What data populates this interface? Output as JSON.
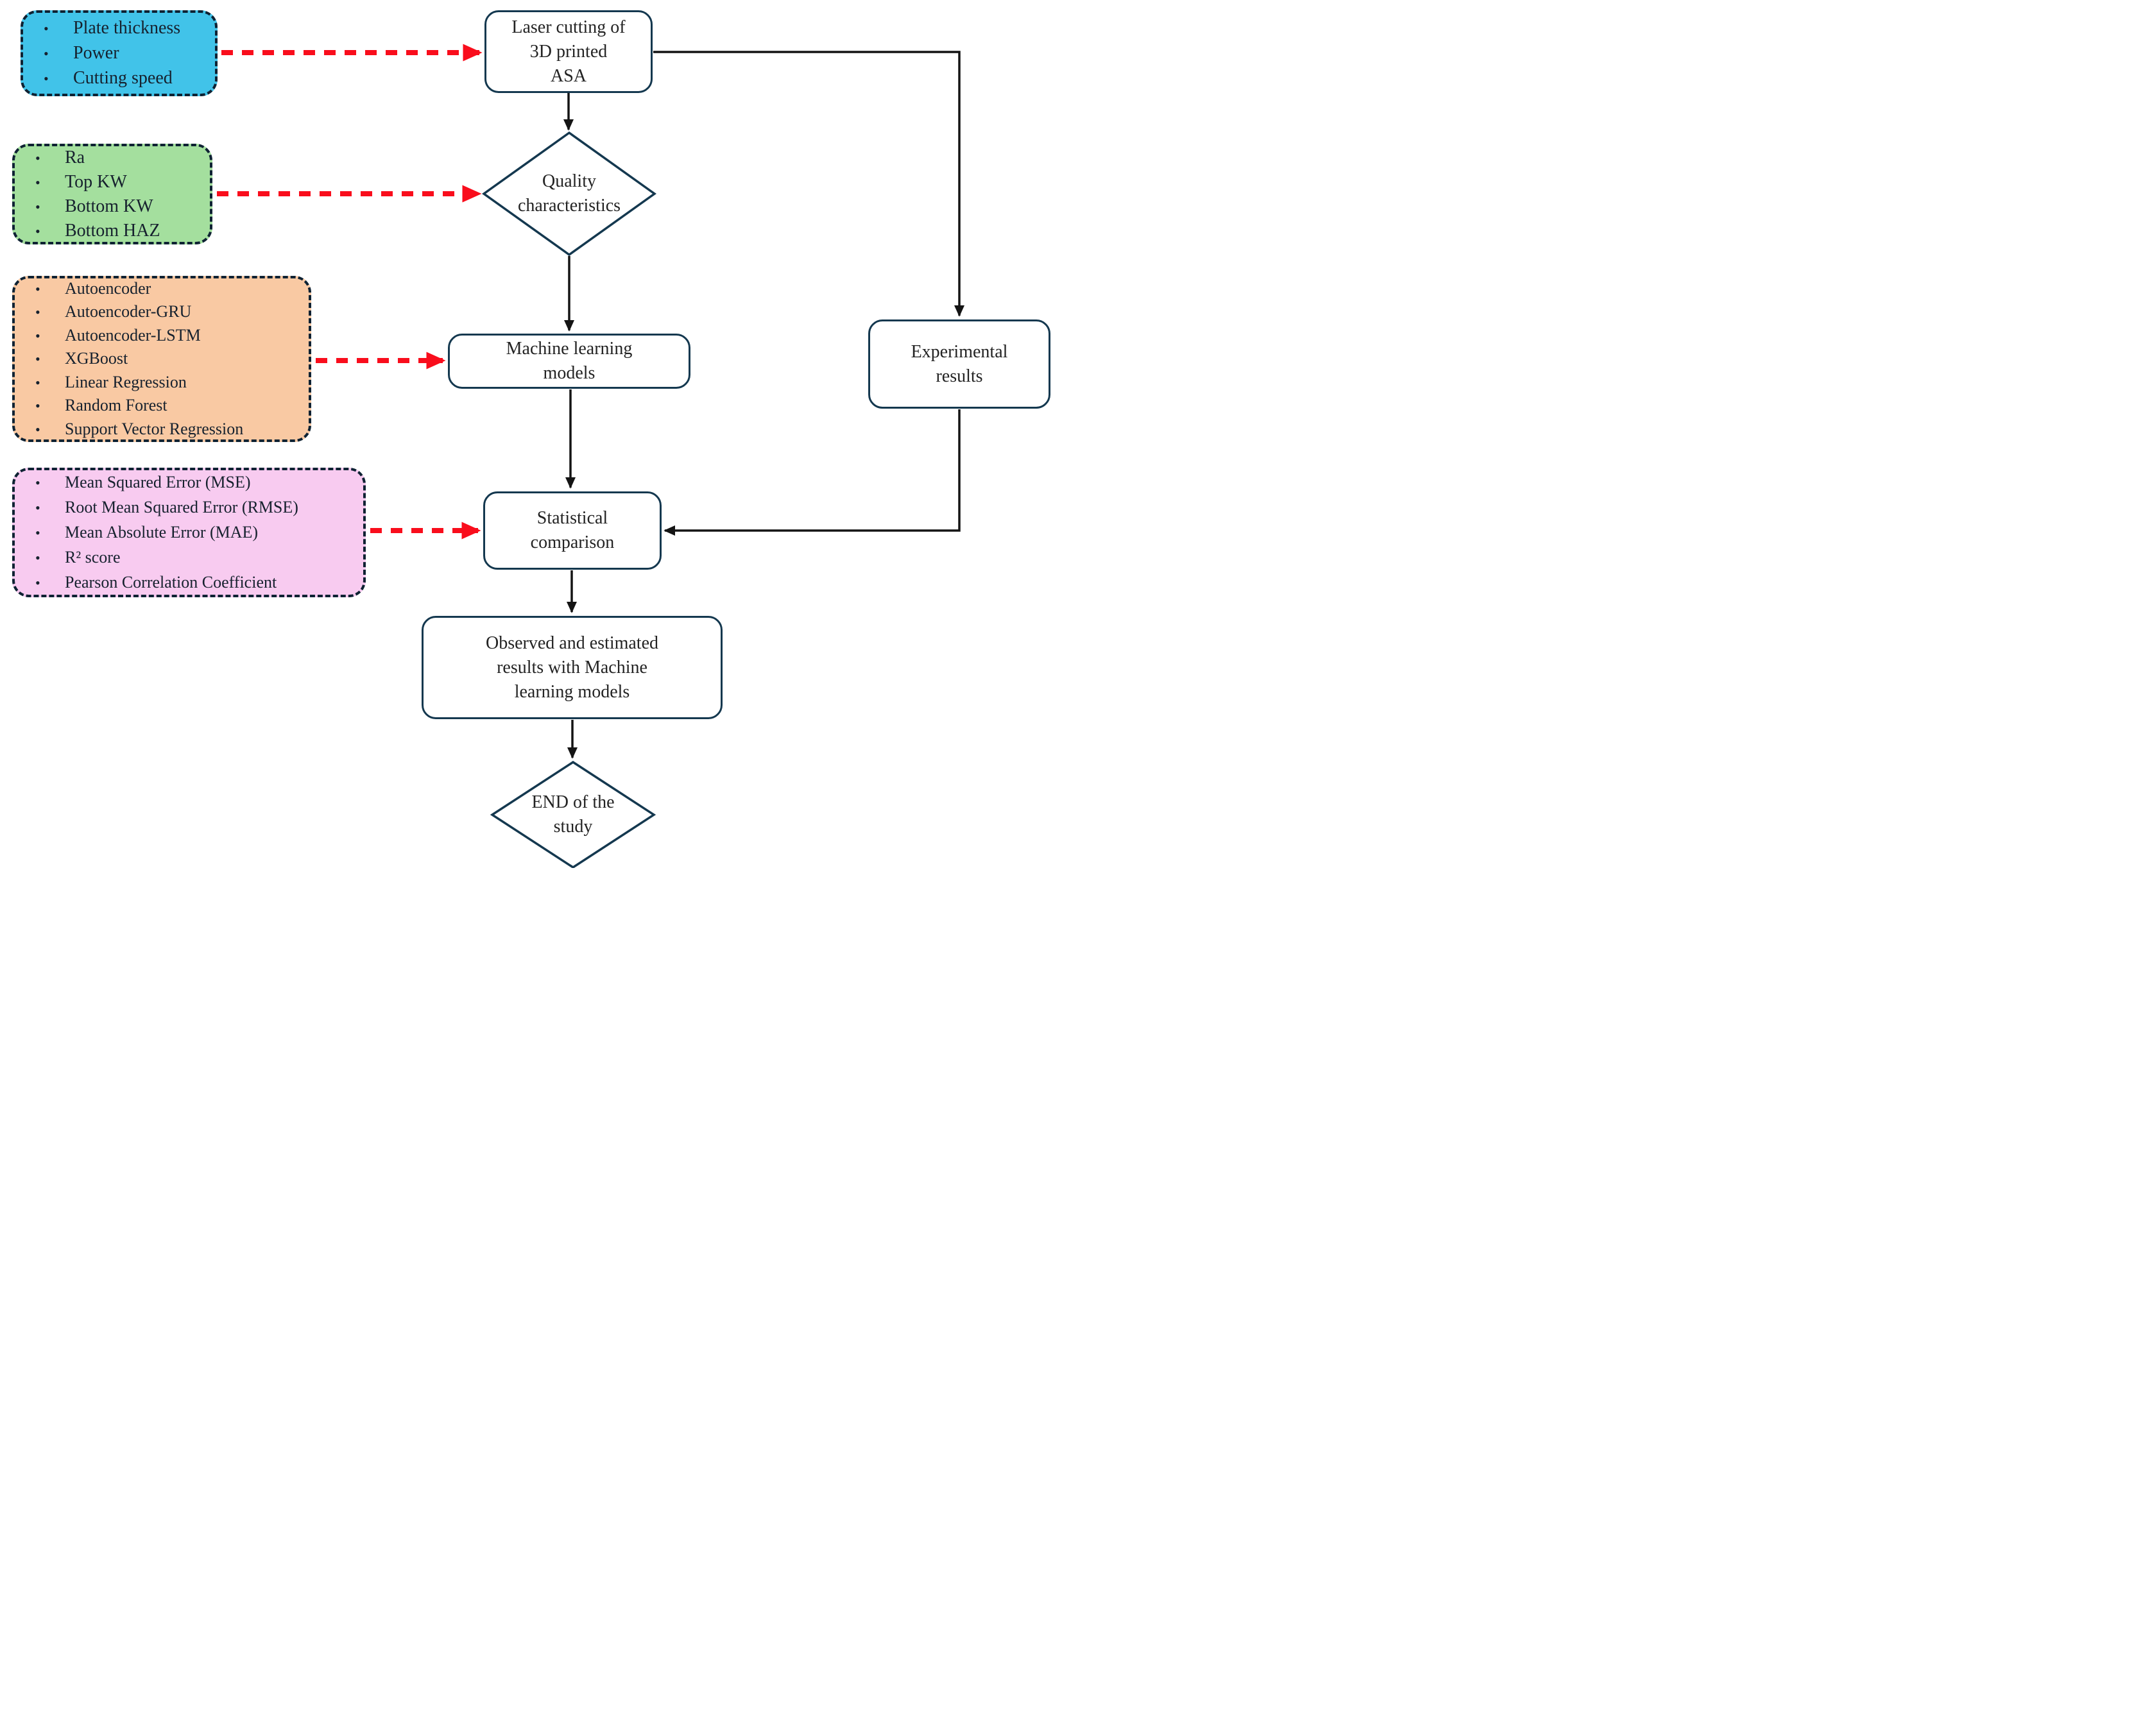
{
  "figure": {
    "type": "flowchart",
    "colors": {
      "input_blue": "#41c3e9",
      "input_green": "#a4df9e",
      "input_orange": "#f9c9a3",
      "input_pink": "#f8cbf0",
      "node_border": "#14384f",
      "node_fill": "#ffffff",
      "dashed_border": "#0e2233",
      "arrow_red": "#f90d1c",
      "arrow_black": "#141414"
    },
    "input_boxes": [
      {
        "name": "process-parameters",
        "items": [
          "Plate thickness",
          "Power",
          "Cutting speed"
        ]
      },
      {
        "name": "quality-characteristics-list",
        "items": [
          "Ra",
          "Top KW",
          "Bottom KW",
          "Bottom HAZ"
        ]
      },
      {
        "name": "machine-learning-models-list",
        "items": [
          "Autoencoder",
          "Autoencoder-GRU",
          "Autoencoder-LSTM",
          "XGBoost",
          "Linear Regression",
          "Random Forest",
          "Support Vector Regression"
        ]
      },
      {
        "name": "statistical-metrics-list",
        "items": [
          "Mean Squared Error (MSE)",
          "Root Mean Squared Error (RMSE)",
          "Mean Absolute Error (MAE)",
          "R² score",
          "Pearson Correlation Coefficient"
        ]
      }
    ],
    "nodes": {
      "laser": {
        "lines": [
          "Laser cutting of",
          "3D printed",
          "ASA"
        ]
      },
      "quality": {
        "lines": [
          "Quality",
          "characteristics"
        ]
      },
      "ml": {
        "lines": [
          "Machine learning",
          "models"
        ]
      },
      "experimental": {
        "lines": [
          "Experimental",
          "results"
        ]
      },
      "statistical": {
        "lines": [
          "Statistical",
          "comparison"
        ]
      },
      "observed": {
        "lines": [
          "Observed and estimated",
          "results with Machine",
          "learning models"
        ]
      },
      "end": {
        "lines": [
          "END of the",
          "study"
        ]
      }
    },
    "bullet_glyph": "•"
  }
}
